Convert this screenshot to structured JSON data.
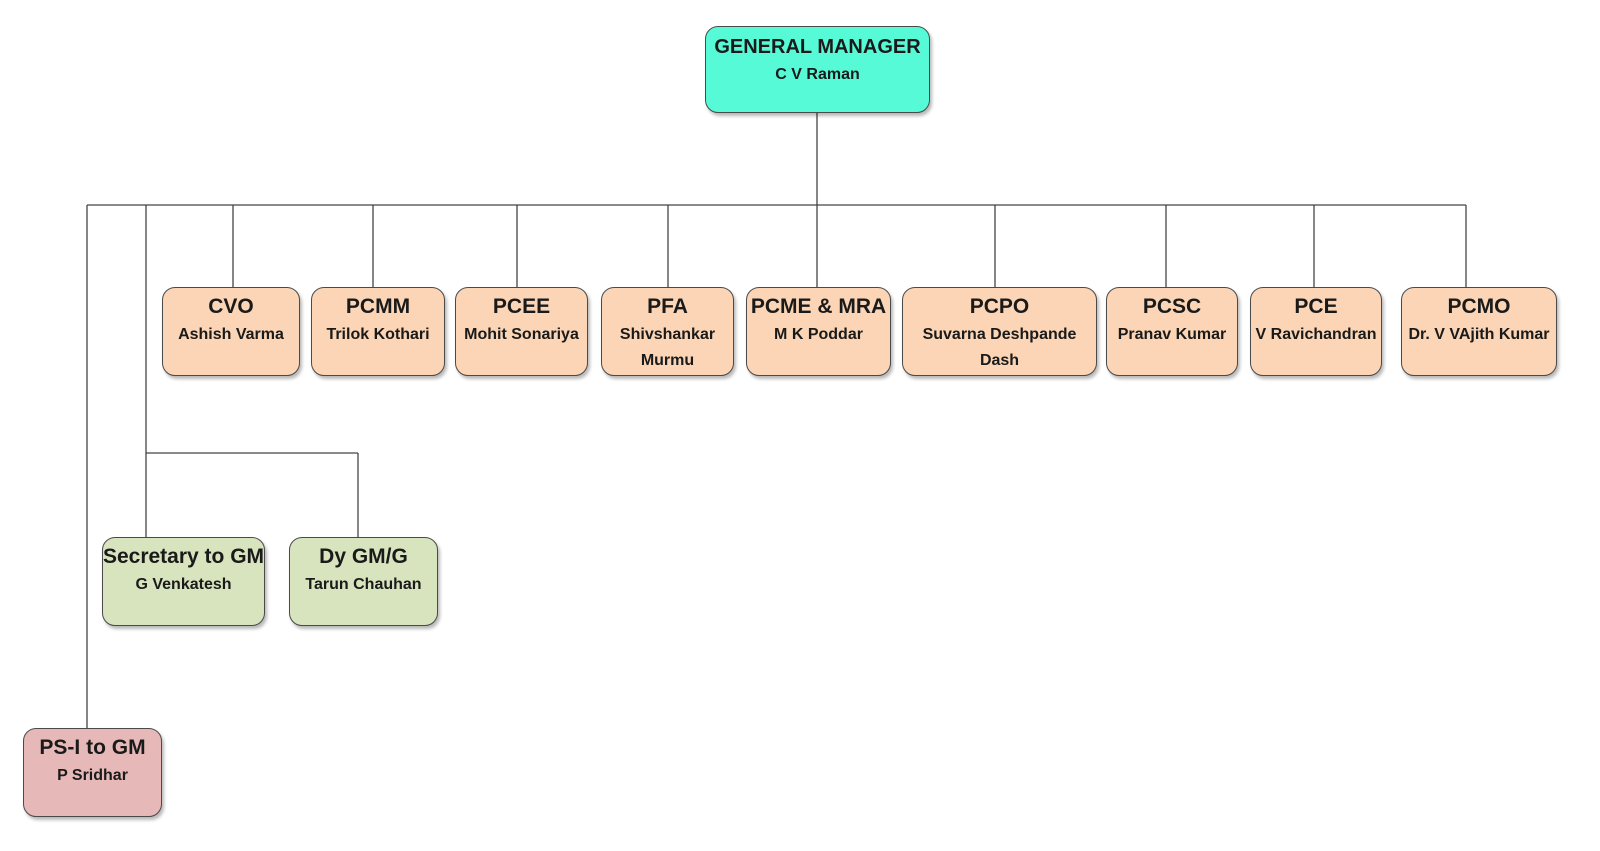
{
  "colors": {
    "top": "#56fad6",
    "dept": "#fbd5b5",
    "staff": "#d7e4bd",
    "ps": "#e6b9b8",
    "line": "#444444"
  },
  "top": {
    "role": "GENERAL MANAGER",
    "name": "C V Raman"
  },
  "departments": [
    {
      "role": "CVO",
      "name": "Ashish Varma"
    },
    {
      "role": "PCMM",
      "name": "Trilok Kothari"
    },
    {
      "role": "PCEE",
      "name": "Mohit Sonariya"
    },
    {
      "role": "PFA",
      "name": "Shivshankar Murmu"
    },
    {
      "role": "PCME & MRA",
      "name": "M K Poddar"
    },
    {
      "role": "PCPO",
      "name": "Suvarna Deshpande Dash"
    },
    {
      "role": "PCSC",
      "name": "Pranav Kumar"
    },
    {
      "role": "PCE",
      "name": "V Ravichandran"
    },
    {
      "role": "PCMO",
      "name": "Dr. V VAjith Kumar"
    }
  ],
  "staff": [
    {
      "role": "Secretary to GM",
      "name": "G Venkatesh"
    },
    {
      "role": "Dy GM/G",
      "name": "Tarun Chauhan"
    }
  ],
  "ps": {
    "role": "PS-I to GM",
    "name": "P Sridhar"
  }
}
